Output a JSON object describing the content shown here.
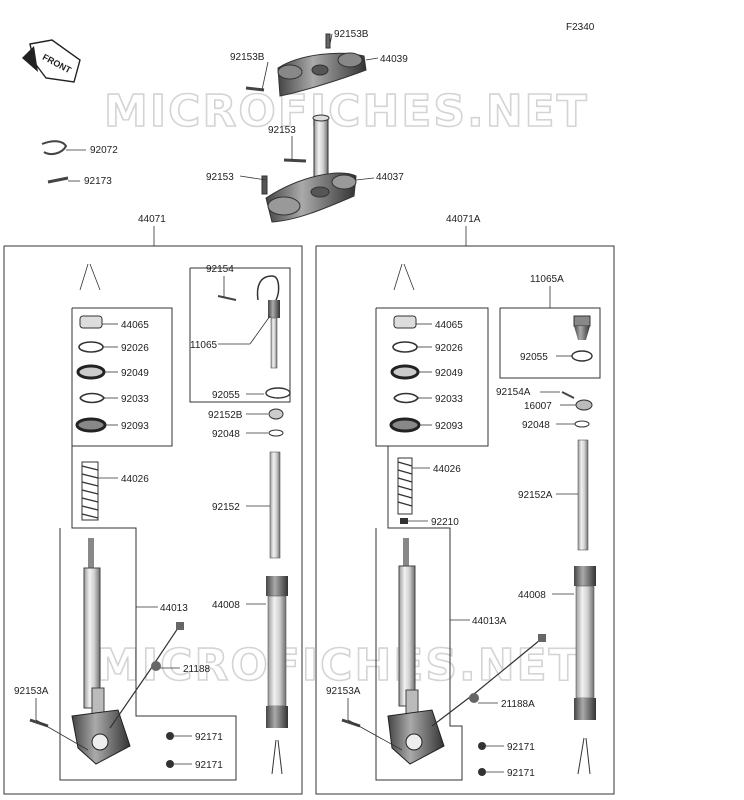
{
  "figure_id": "F2340",
  "watermark": "MICROFICHES.NET",
  "front_label": "FRONT",
  "groups": {
    "left": "44071",
    "right": "44071A"
  },
  "labels": {
    "top_bolt": "92153B",
    "upper_bracket_bolt": "92153B",
    "upper_bracket": "44039",
    "stem_bolt": "92153",
    "lower_bolt": "92153",
    "lower_bracket": "44037",
    "clip": "92072",
    "pin": "92173",
    "l_seal_cap": "44065",
    "l_ring": "92026",
    "l_oil_seal": "92049",
    "l_clip": "92033",
    "l_dust_seal": "92093",
    "l_spring": "44026",
    "l_outer_tube": "44013",
    "l_sensor": "21188",
    "l_axle_bolt": "92153A",
    "l_nut1": "92171",
    "l_nut2": "92171",
    "l_screw": "92154",
    "l_adjuster": "11065",
    "l_oring": "92055",
    "l_collar": "92152B",
    "l_oring2": "92048",
    "l_pipe": "92152",
    "l_inner_tube": "44008",
    "r_adjuster": "11065A",
    "r_oring": "92055",
    "r_screw": "92154A",
    "r_nut": "16007",
    "r_oring2": "92048",
    "r_pipe": "92152A",
    "r_inner_tube": "44008",
    "r_seal_cap": "44065",
    "r_ring": "92026",
    "r_oil_seal": "92049",
    "r_clip": "92033",
    "r_dust_seal": "92093",
    "r_spring": "44026",
    "r_spacer": "92210",
    "r_outer_tube": "44013A",
    "r_sensor": "21188A",
    "r_axle_bolt": "92153A",
    "r_nut1": "92171",
    "r_nut2": "92171"
  }
}
